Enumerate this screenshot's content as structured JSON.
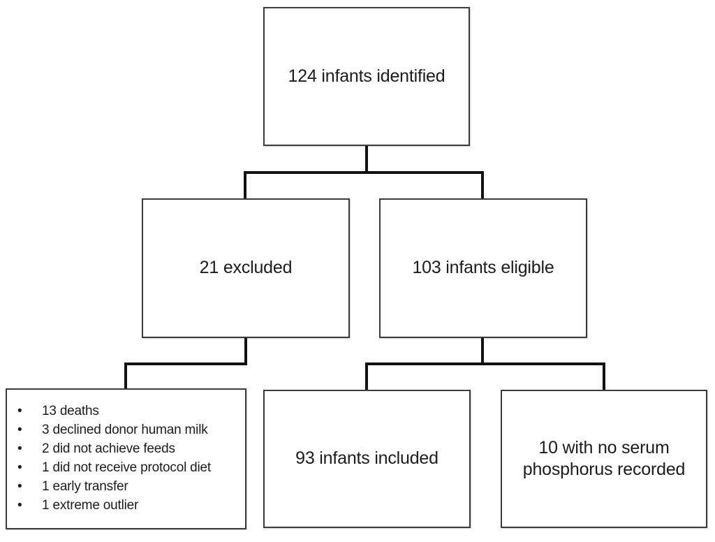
{
  "diagram": {
    "type": "flowchart",
    "colors": {
      "background": "#ffffff",
      "box_border": "#3c3c3c",
      "connector": "#111111",
      "text": "#1c1c1c"
    },
    "nodes": {
      "identified": {
        "label": "124 infants identified"
      },
      "excluded": {
        "label": "21 excluded"
      },
      "eligible": {
        "label": "103 infants eligible"
      },
      "exclusion_reasons": {
        "bullets": [
          "13 deaths",
          "3 declined donor human milk",
          "2 did not achieve feeds",
          "1 did not receive protocol diet",
          "1 early transfer",
          "1 extreme outlier"
        ]
      },
      "included": {
        "label": "93 infants included"
      },
      "no_phosphorus": {
        "label": "10 with no serum phosphorus recorded"
      }
    },
    "edges": [
      {
        "from": "identified",
        "to": "excluded"
      },
      {
        "from": "identified",
        "to": "eligible"
      },
      {
        "from": "excluded",
        "to": "exclusion_reasons"
      },
      {
        "from": "eligible",
        "to": "included"
      },
      {
        "from": "eligible",
        "to": "no_phosphorus"
      }
    ]
  }
}
